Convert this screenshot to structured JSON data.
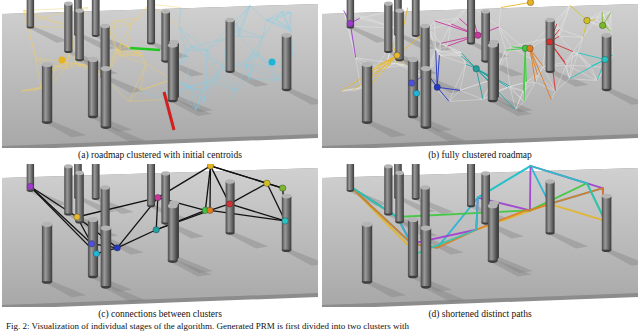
{
  "diagram": {
    "caption": "Fig. 2: Visualization of individual stages of the algorithm. Generated PRM is first divided into two clusters with",
    "labels": [
      "(a) roadmap clustered with initial centroids",
      "(b) fully clustered roadmap",
      "(c) connections between clusters",
      "(d) shortened distinct paths"
    ]
  }
}
